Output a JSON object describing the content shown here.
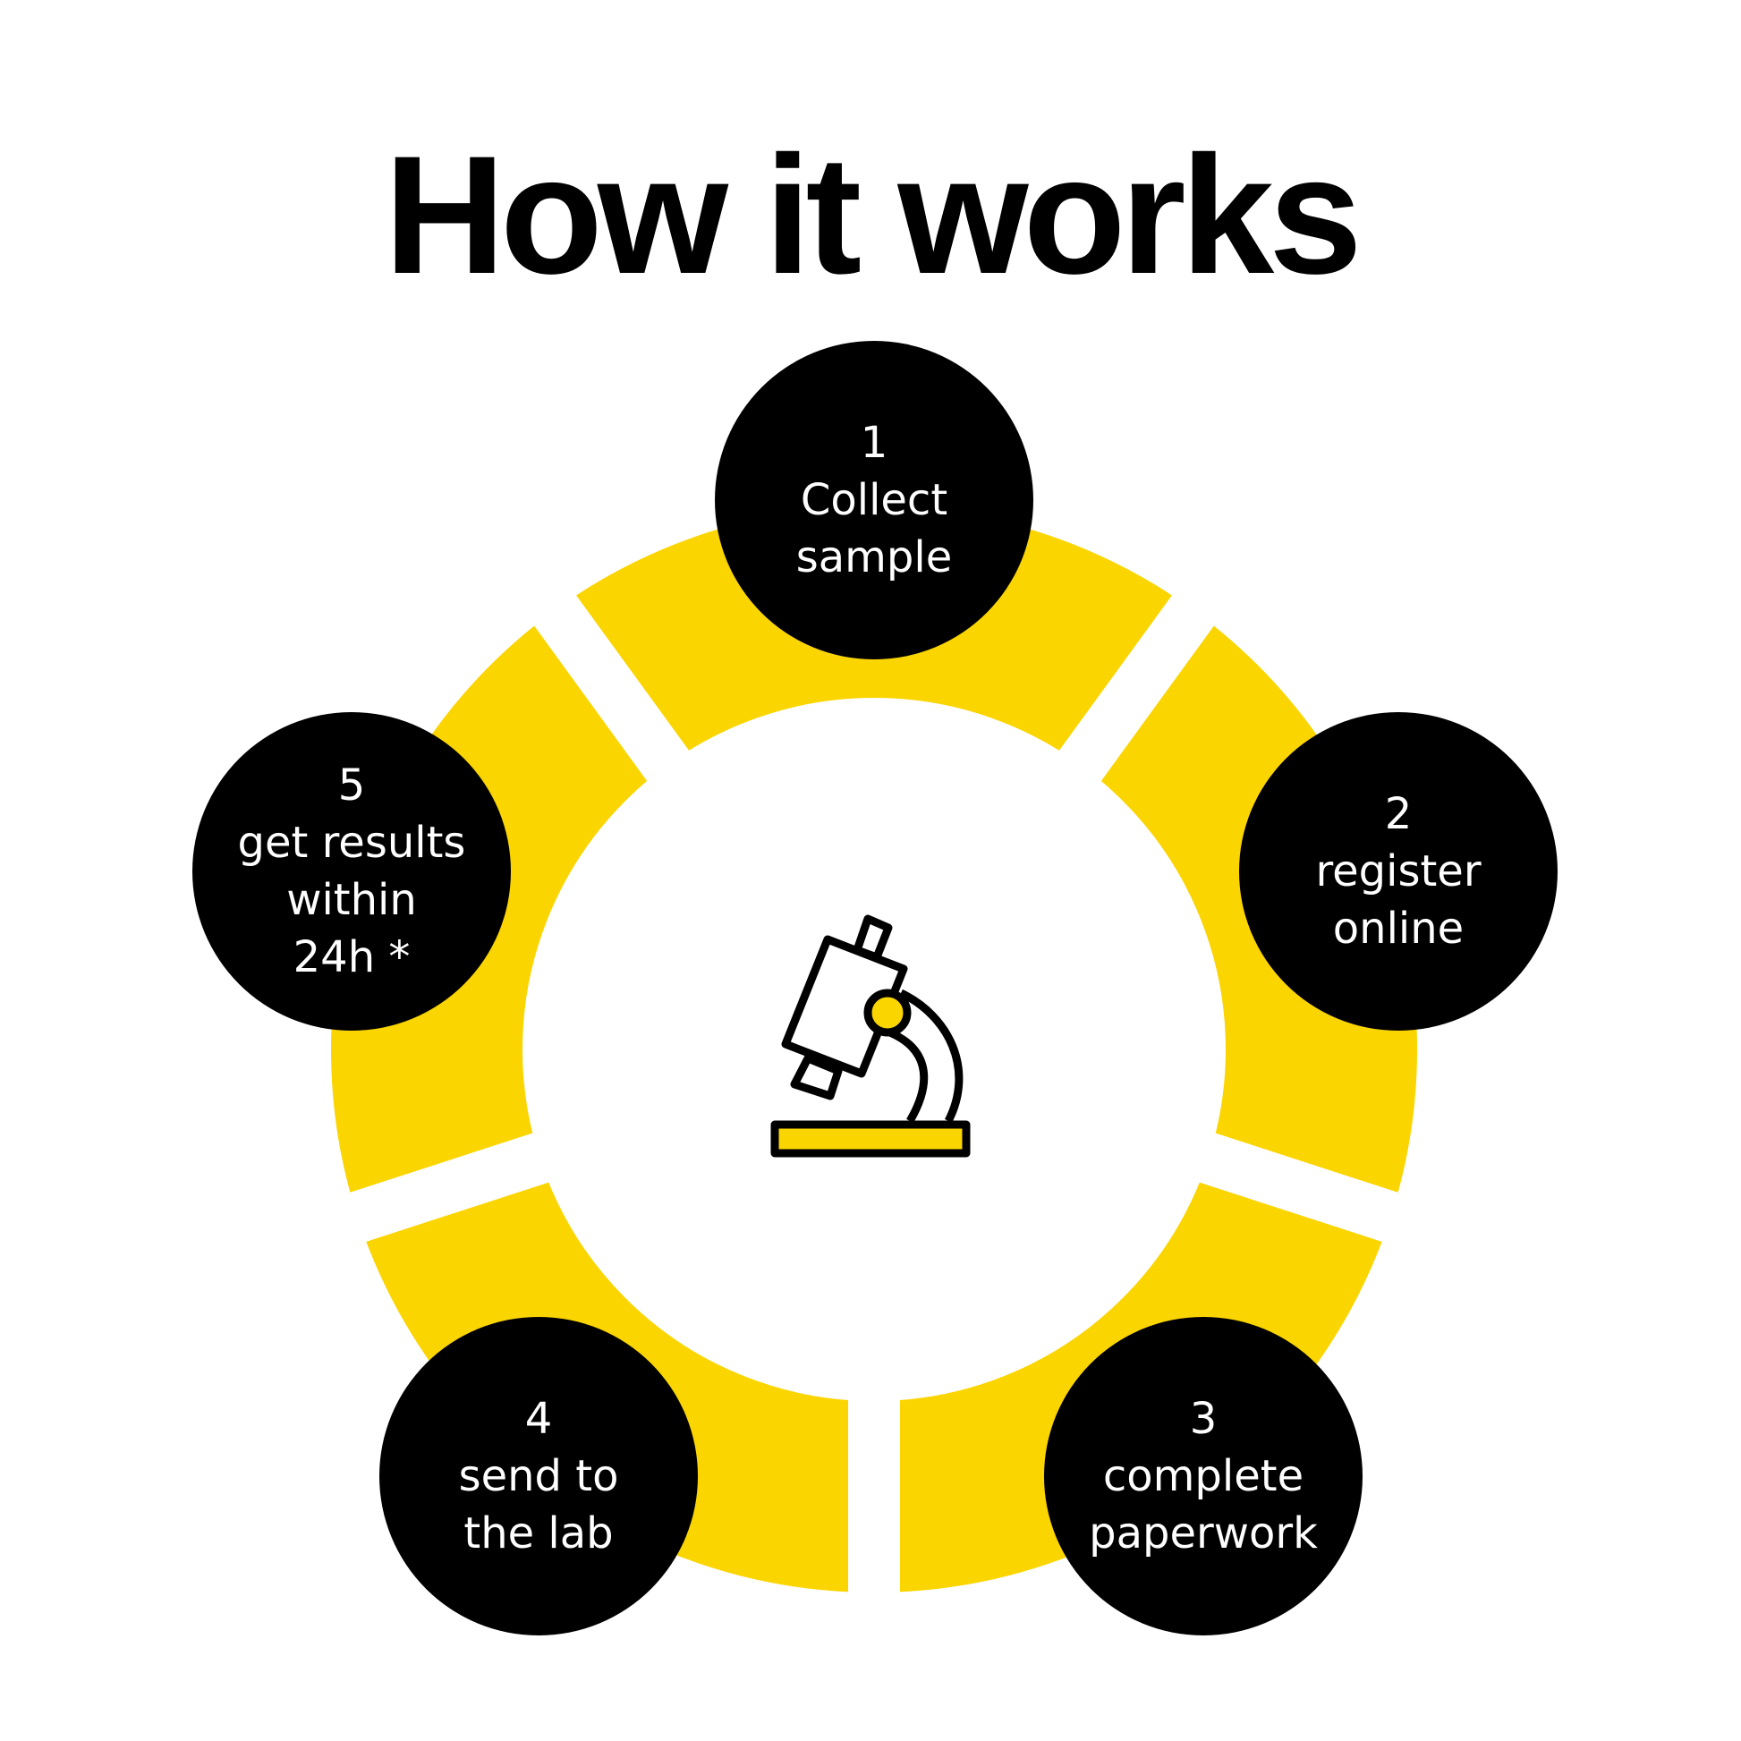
{
  "title": "How it works",
  "colors": {
    "accent": "#FBD500",
    "circle": "#000000"
  },
  "center_icon": "microscope-icon",
  "steps": [
    {
      "number": "1",
      "line1": "Collect",
      "line2": "sample",
      "line3": ""
    },
    {
      "number": "2",
      "line1": "register",
      "line2": "online",
      "line3": ""
    },
    {
      "number": "3",
      "line1": "complete",
      "line2": "paperwork",
      "line3": ""
    },
    {
      "number": "4",
      "line1": "send to",
      "line2": "the lab",
      "line3": ""
    },
    {
      "number": "5",
      "line1": "get results",
      "line2": "within",
      "line3": "24h *"
    }
  ]
}
